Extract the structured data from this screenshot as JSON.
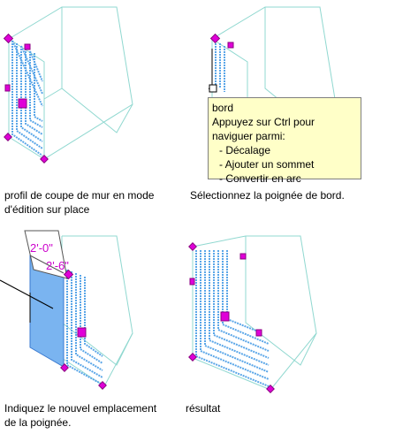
{
  "colors": {
    "outline": "#90d8d0",
    "hatch": "#5aa6e8",
    "grip": "#e000d8",
    "tooltip_bg": "#ffffc8",
    "edit_fill": "#7ab4f0",
    "dim_text": "#cc00cc"
  },
  "captions": {
    "step1": "profil de coupe de mur en mode\nd'édition sur place",
    "step2": "Sélectionnez la poignée de bord.",
    "step3": "Indiquez le nouvel emplacement\nde la poignée.",
    "step4": "résultat"
  },
  "tooltip": {
    "title": "bord",
    "line1": "Appuyez sur Ctrl pour",
    "line2": "naviguer parmi:",
    "options": [
      "- Décalage",
      "- Ajouter un sommet",
      "- Convertir en arc"
    ]
  },
  "dimension": {
    "label1": "2'-0\"",
    "label2": "2'-6\""
  },
  "icons": {
    "grip": "grip-marker-icon",
    "cursor": "crosshair-cursor-icon"
  }
}
